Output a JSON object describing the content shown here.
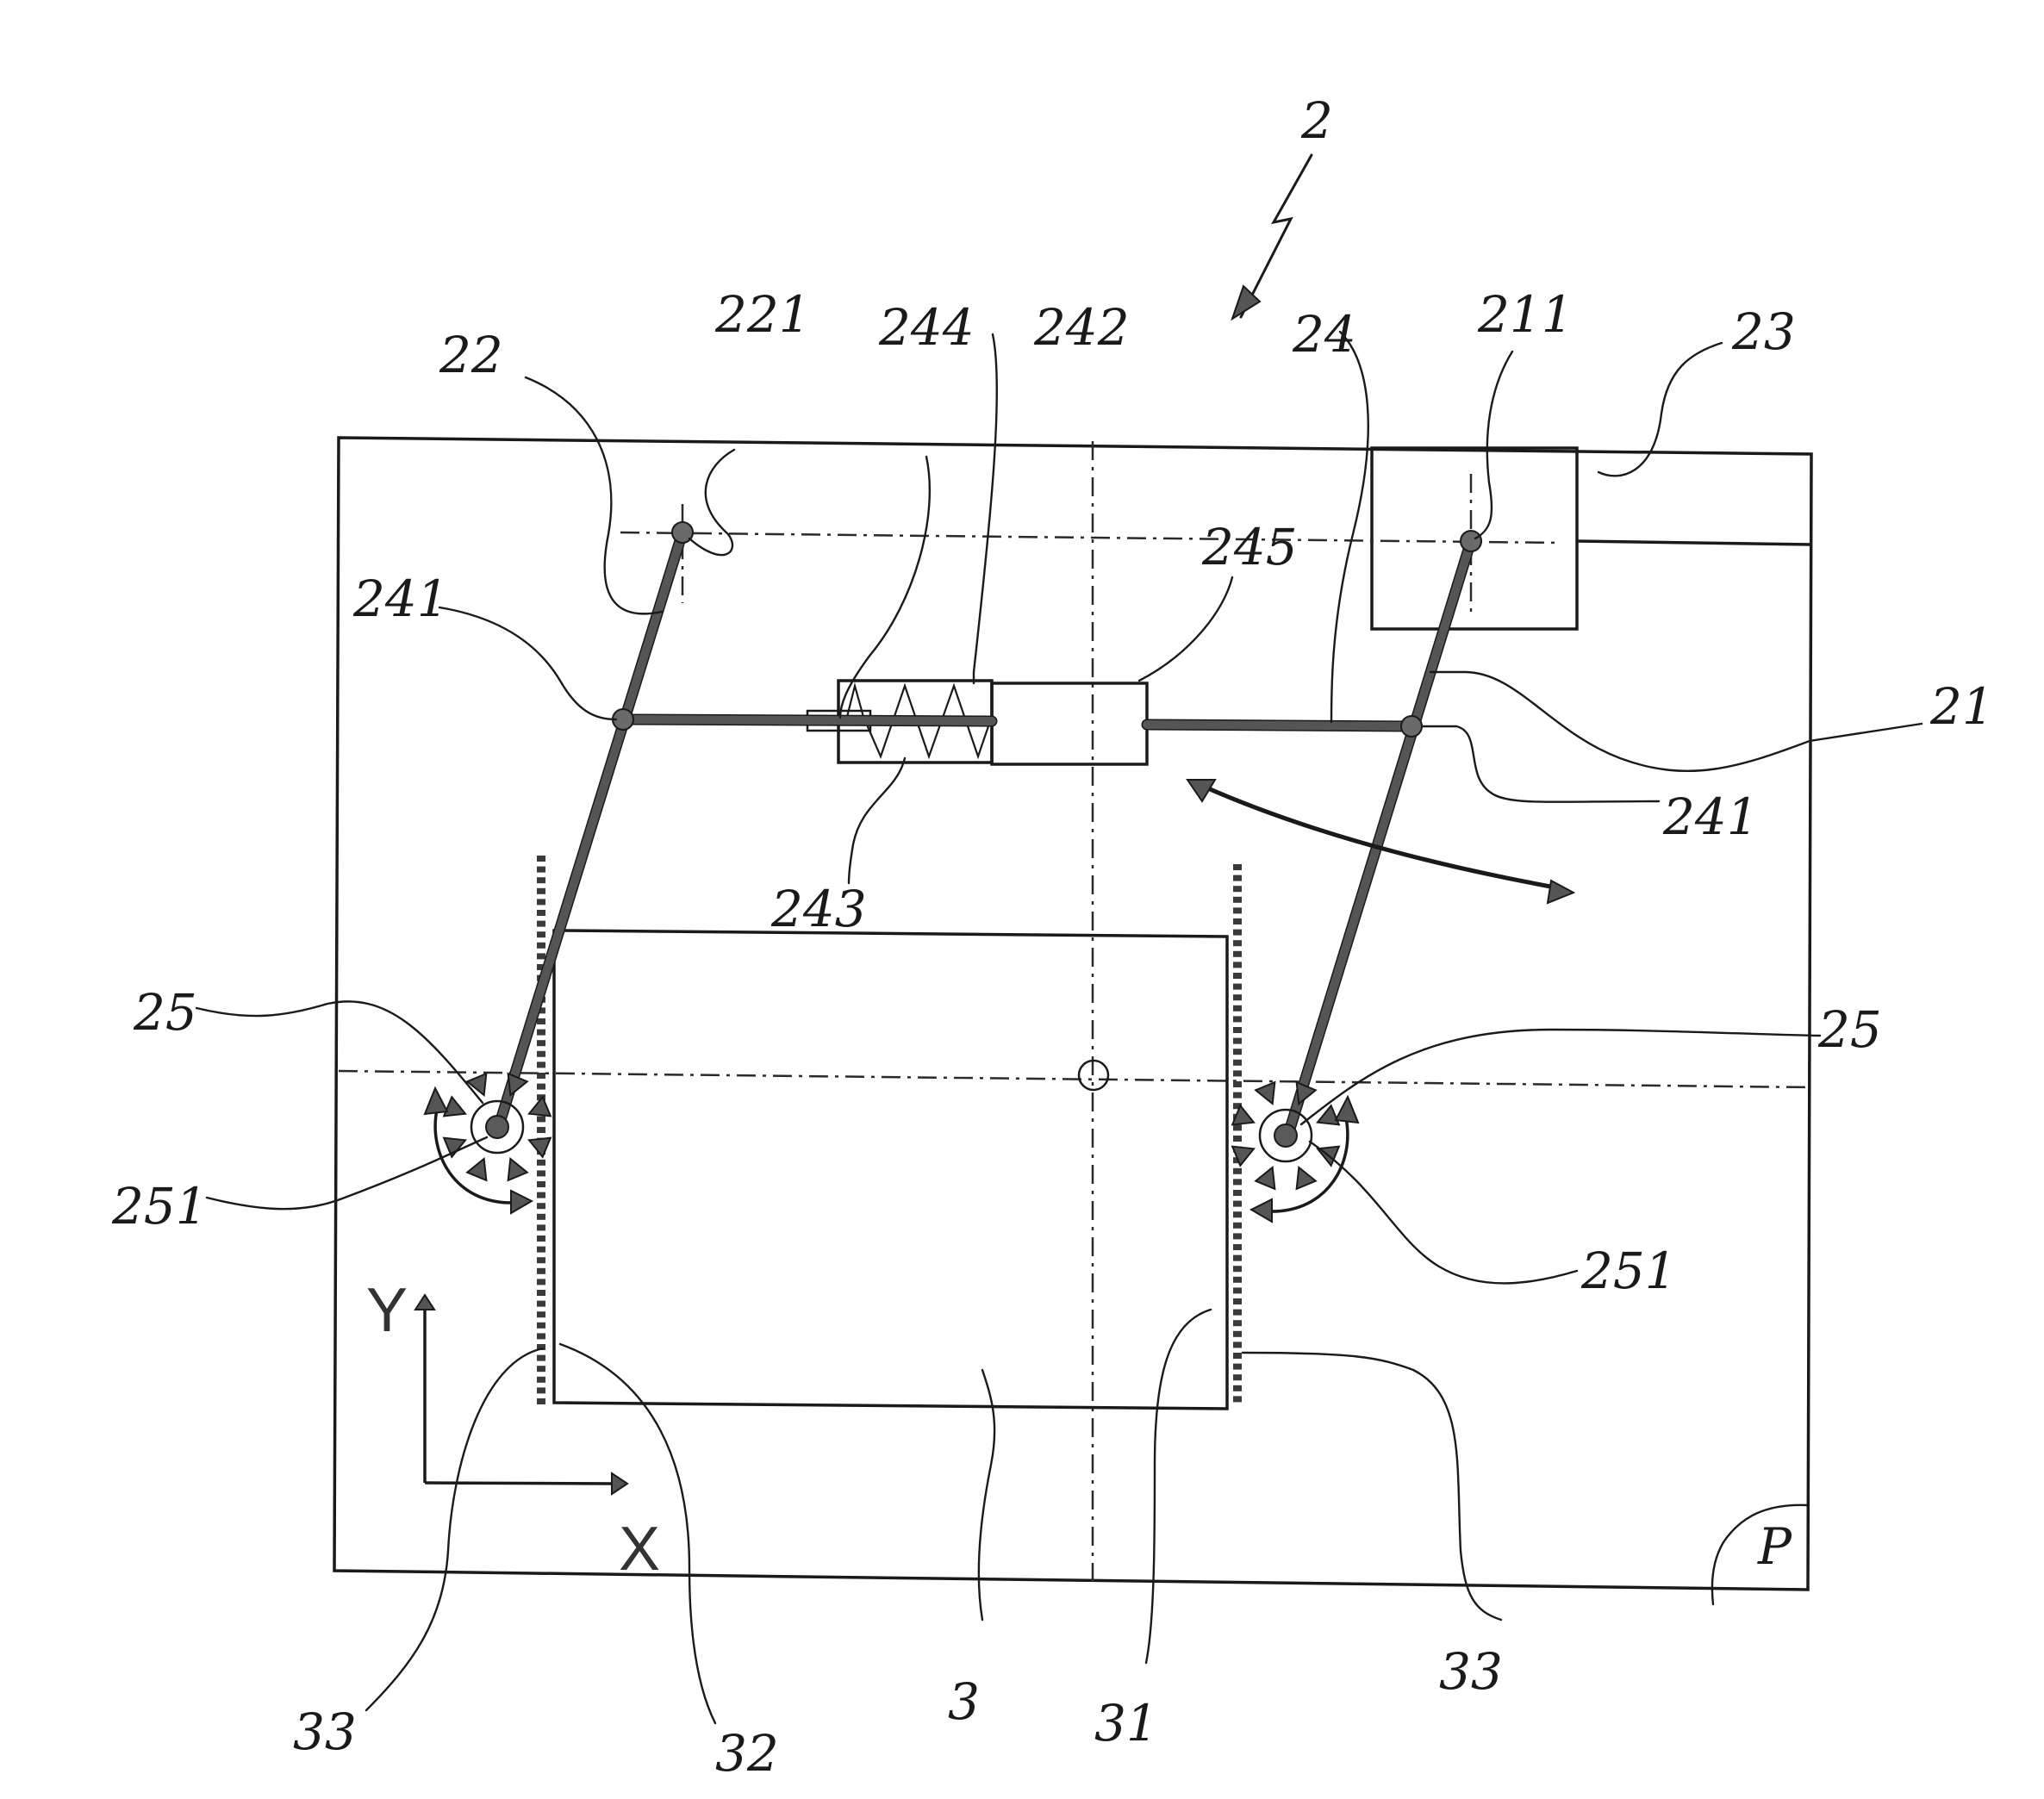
{
  "figure": {
    "type": "patent-drawing",
    "subject": "pivoting guide mechanism with spring damper, rack-and-pinion drives and workpiece block"
  },
  "labels": {
    "assembly": "2",
    "link_22": "22",
    "pivot_221": "221",
    "rod_244": "244",
    "cylinder_242": "242",
    "connector_24": "24",
    "pivot_211": "211",
    "housing_23": "23",
    "cap_245": "245",
    "joint_241_left": "241",
    "link_21": "21",
    "joint_241_right": "241",
    "spring_243": "243",
    "pinion_25_left": "25",
    "pinion_25_right": "25",
    "gear_251_left": "251",
    "gear_251_right": "251",
    "rack_33_left": "33",
    "side_32": "32",
    "block_3": "3",
    "side_31": "31",
    "rack_33_right": "33",
    "plane_P": "P"
  },
  "axes": {
    "x_label": "X",
    "y_label": "Y"
  },
  "colors": {
    "ink": "#1a1a1a",
    "link_fill": "#555555",
    "background": "#ffffff"
  }
}
